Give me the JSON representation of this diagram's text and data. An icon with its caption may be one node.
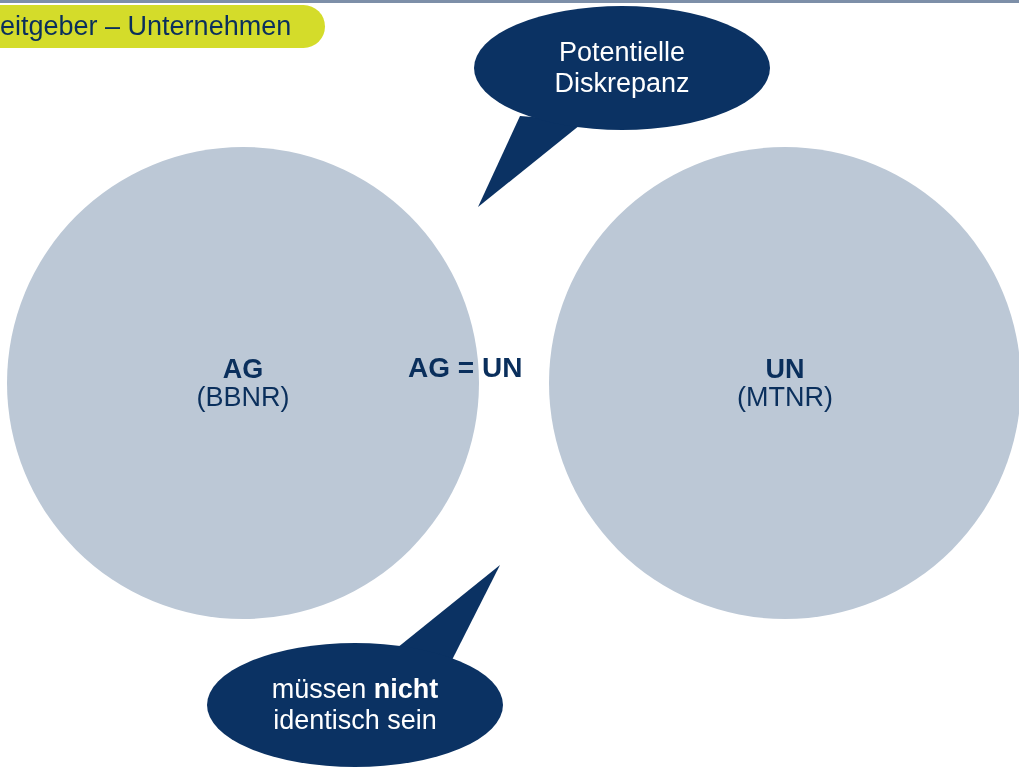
{
  "diagram": {
    "title": "eitgeber – Unternehmen",
    "nodes": [
      {
        "text": [
          "AG",
          "(BBNR)"
        ]
      },
      {
        "text": [
          "UN",
          "(MTNR)"
        ]
      },
      {
        "text": [
          "Potentielle Diskrepanz"
        ]
      },
      {
        "text": [
          "müssen **nicht** identisch sein"
        ]
      }
    ],
    "edges": [],
    "labels": [
      "AG = UN"
    ]
  }
}
